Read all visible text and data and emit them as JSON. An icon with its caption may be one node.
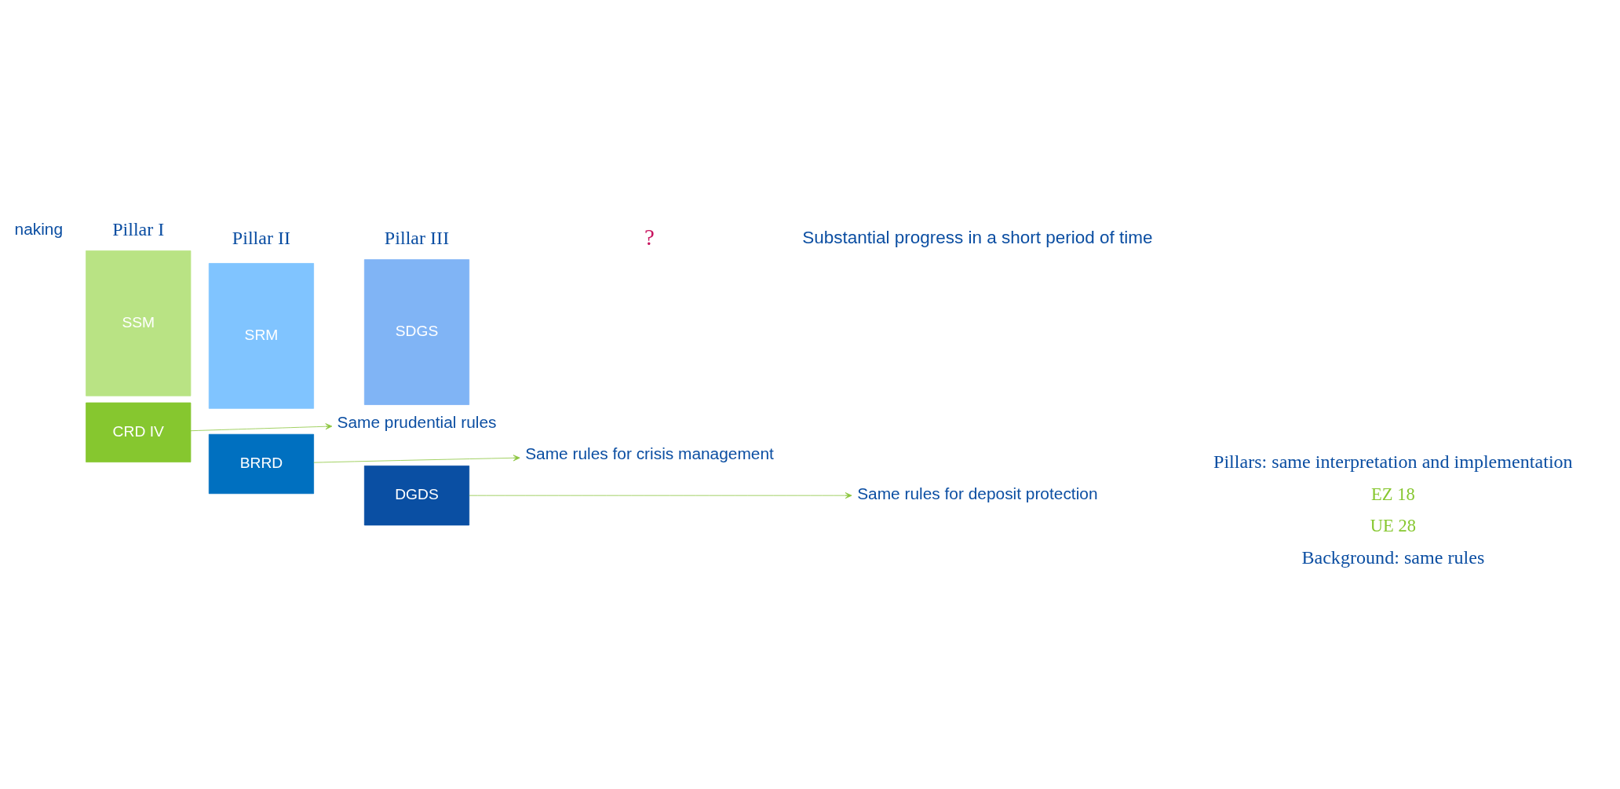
{
  "diagram": {
    "nodes": [
      {
        "text": [
          "SSM"
        ]
      },
      {
        "text": [
          "CRD IV"
        ]
      },
      {
        "text": [
          "SRM"
        ]
      },
      {
        "text": [
          "BRRD"
        ]
      },
      {
        "text": [
          "SDGS"
        ]
      },
      {
        "text": [
          "DGDS"
        ]
      },
      {
        "text": [
          "Same rules for deposit protection"
        ]
      },
      {
        "text": [
          "Same rules for crisis management"
        ]
      },
      {
        "text": [
          "Same prudential rules"
        ]
      }
    ],
    "edges": [
      {
        "from": 5,
        "to": 6,
        "arrow": "to"
      },
      {
        "from": 3,
        "to": 7,
        "arrow": "to"
      },
      {
        "from": 1,
        "to": 8,
        "arrow": "to"
      }
    ],
    "labels": [
      "naking",
      "Pillar III",
      "?",
      "Substantial progress in a short period of time",
      "Pillar II",
      "Pillar I",
      "EZ 18",
      "Pillars: same interpretation and implementation",
      "UE 28",
      "Background: same rules"
    ]
  }
}
